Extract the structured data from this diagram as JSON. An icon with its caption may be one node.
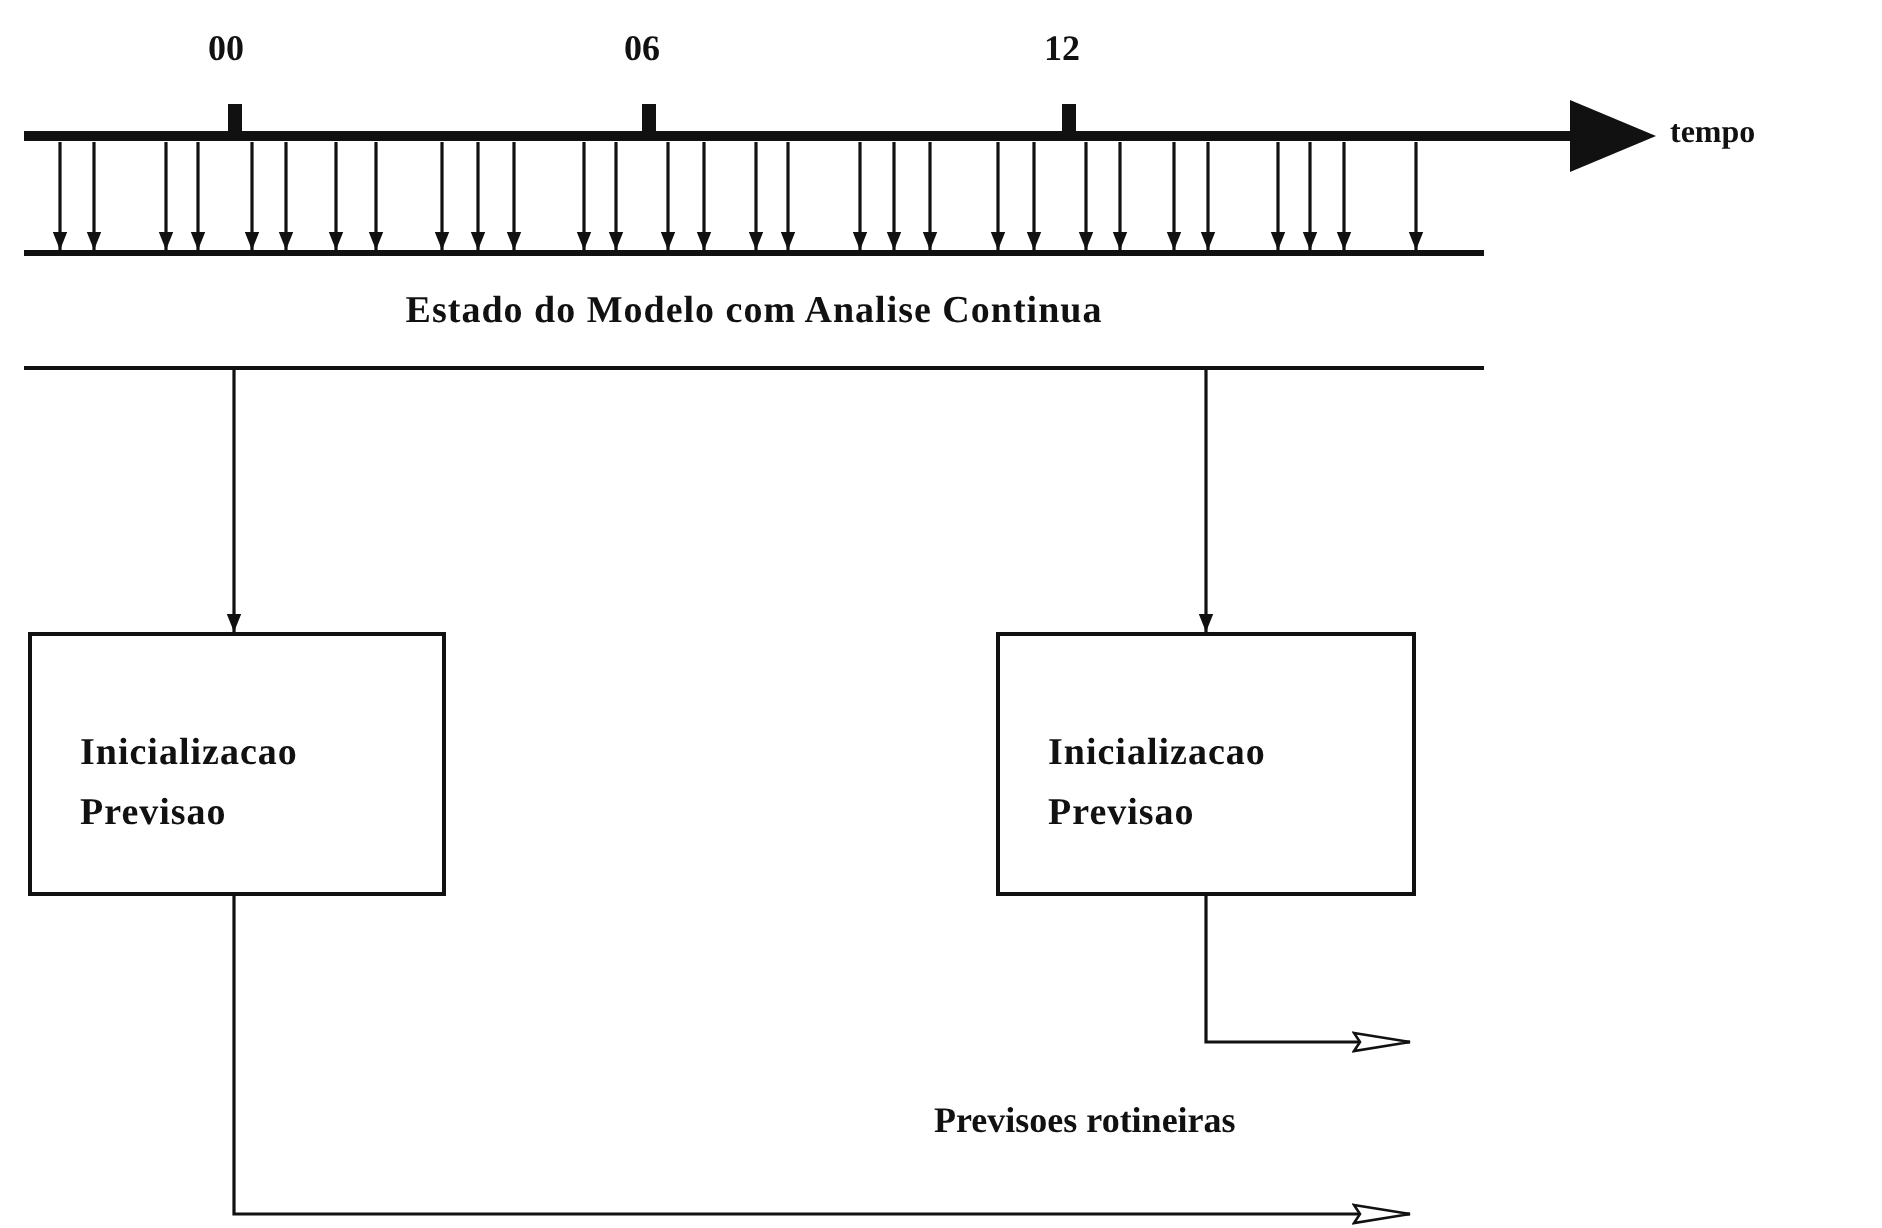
{
  "diagram": {
    "nodes": [
      {
        "text": [
          "Estado do Modelo com Analise Continua"
        ]
      },
      {
        "text": [
          "Inicializacao Previsao"
        ]
      },
      {
        "text": [
          "Inicializacao Previsao"
        ]
      }
    ],
    "edges": [
      {
        "from": 0,
        "to": 1,
        "arrow": "to"
      },
      {
        "from": 0,
        "to": 2,
        "arrow": "to"
      },
      {
        "from": 2,
        "to": null,
        "arrow": "to"
      },
      {
        "from": 1,
        "to": null,
        "arrow": "to"
      },
      {
        "from": null,
        "to": 0,
        "arrow": "to"
      },
      {
        "from": null,
        "to": 0,
        "arrow": "to"
      },
      {
        "from": null,
        "to": 0,
        "arrow": "to"
      },
      {
        "from": null,
        "to": 0,
        "arrow": "to"
      },
      {
        "from": null,
        "to": 0,
        "arrow": "to"
      },
      {
        "from": null,
        "to": 0,
        "arrow": "to"
      },
      {
        "from": null,
        "to": 0,
        "arrow": "to"
      },
      {
        "from": null,
        "to": 0,
        "arrow": "to"
      },
      {
        "from": null,
        "to": 0,
        "arrow": "to"
      },
      {
        "from": null,
        "to": 0,
        "arrow": "to"
      },
      {
        "from": null,
        "to": 0,
        "arrow": "to"
      },
      {
        "from": null,
        "to": 0,
        "arrow": "to"
      },
      {
        "from": null,
        "to": 0,
        "arrow": "to"
      },
      {
        "from": null,
        "to": 0,
        "arrow": "to"
      },
      {
        "from": null,
        "to": 0,
        "arrow": "to"
      },
      {
        "from": null,
        "to": 0,
        "arrow": "to"
      },
      {
        "from": null,
        "to": 0,
        "arrow": "to"
      },
      {
        "from": null,
        "to": 0,
        "arrow": "to"
      },
      {
        "from": null,
        "to": 0,
        "arrow": "to"
      },
      {
        "from": null,
        "to": 0,
        "arrow": "to"
      },
      {
        "from": null,
        "to": 0,
        "arrow": "to"
      },
      {
        "from": null,
        "to": 0,
        "arrow": "to"
      },
      {
        "from": null,
        "to": 0,
        "arrow": "to"
      },
      {
        "from": null,
        "to": 0,
        "arrow": "to"
      },
      {
        "from": null,
        "to": 0,
        "arrow": "to"
      },
      {
        "from": null,
        "to": 0,
        "arrow": "to"
      },
      {
        "from": null,
        "to": 0,
        "arrow": "to"
      },
      {
        "from": null,
        "to": 0,
        "arrow": "to"
      },
      {
        "from": null,
        "to": 0,
        "arrow": "to"
      },
      {
        "from": null,
        "to": 0,
        "arrow": "to"
      }
    ],
    "labels": [
      "00",
      "06",
      "12",
      "tempo",
      "Previsoes rotineiras"
    ]
  }
}
